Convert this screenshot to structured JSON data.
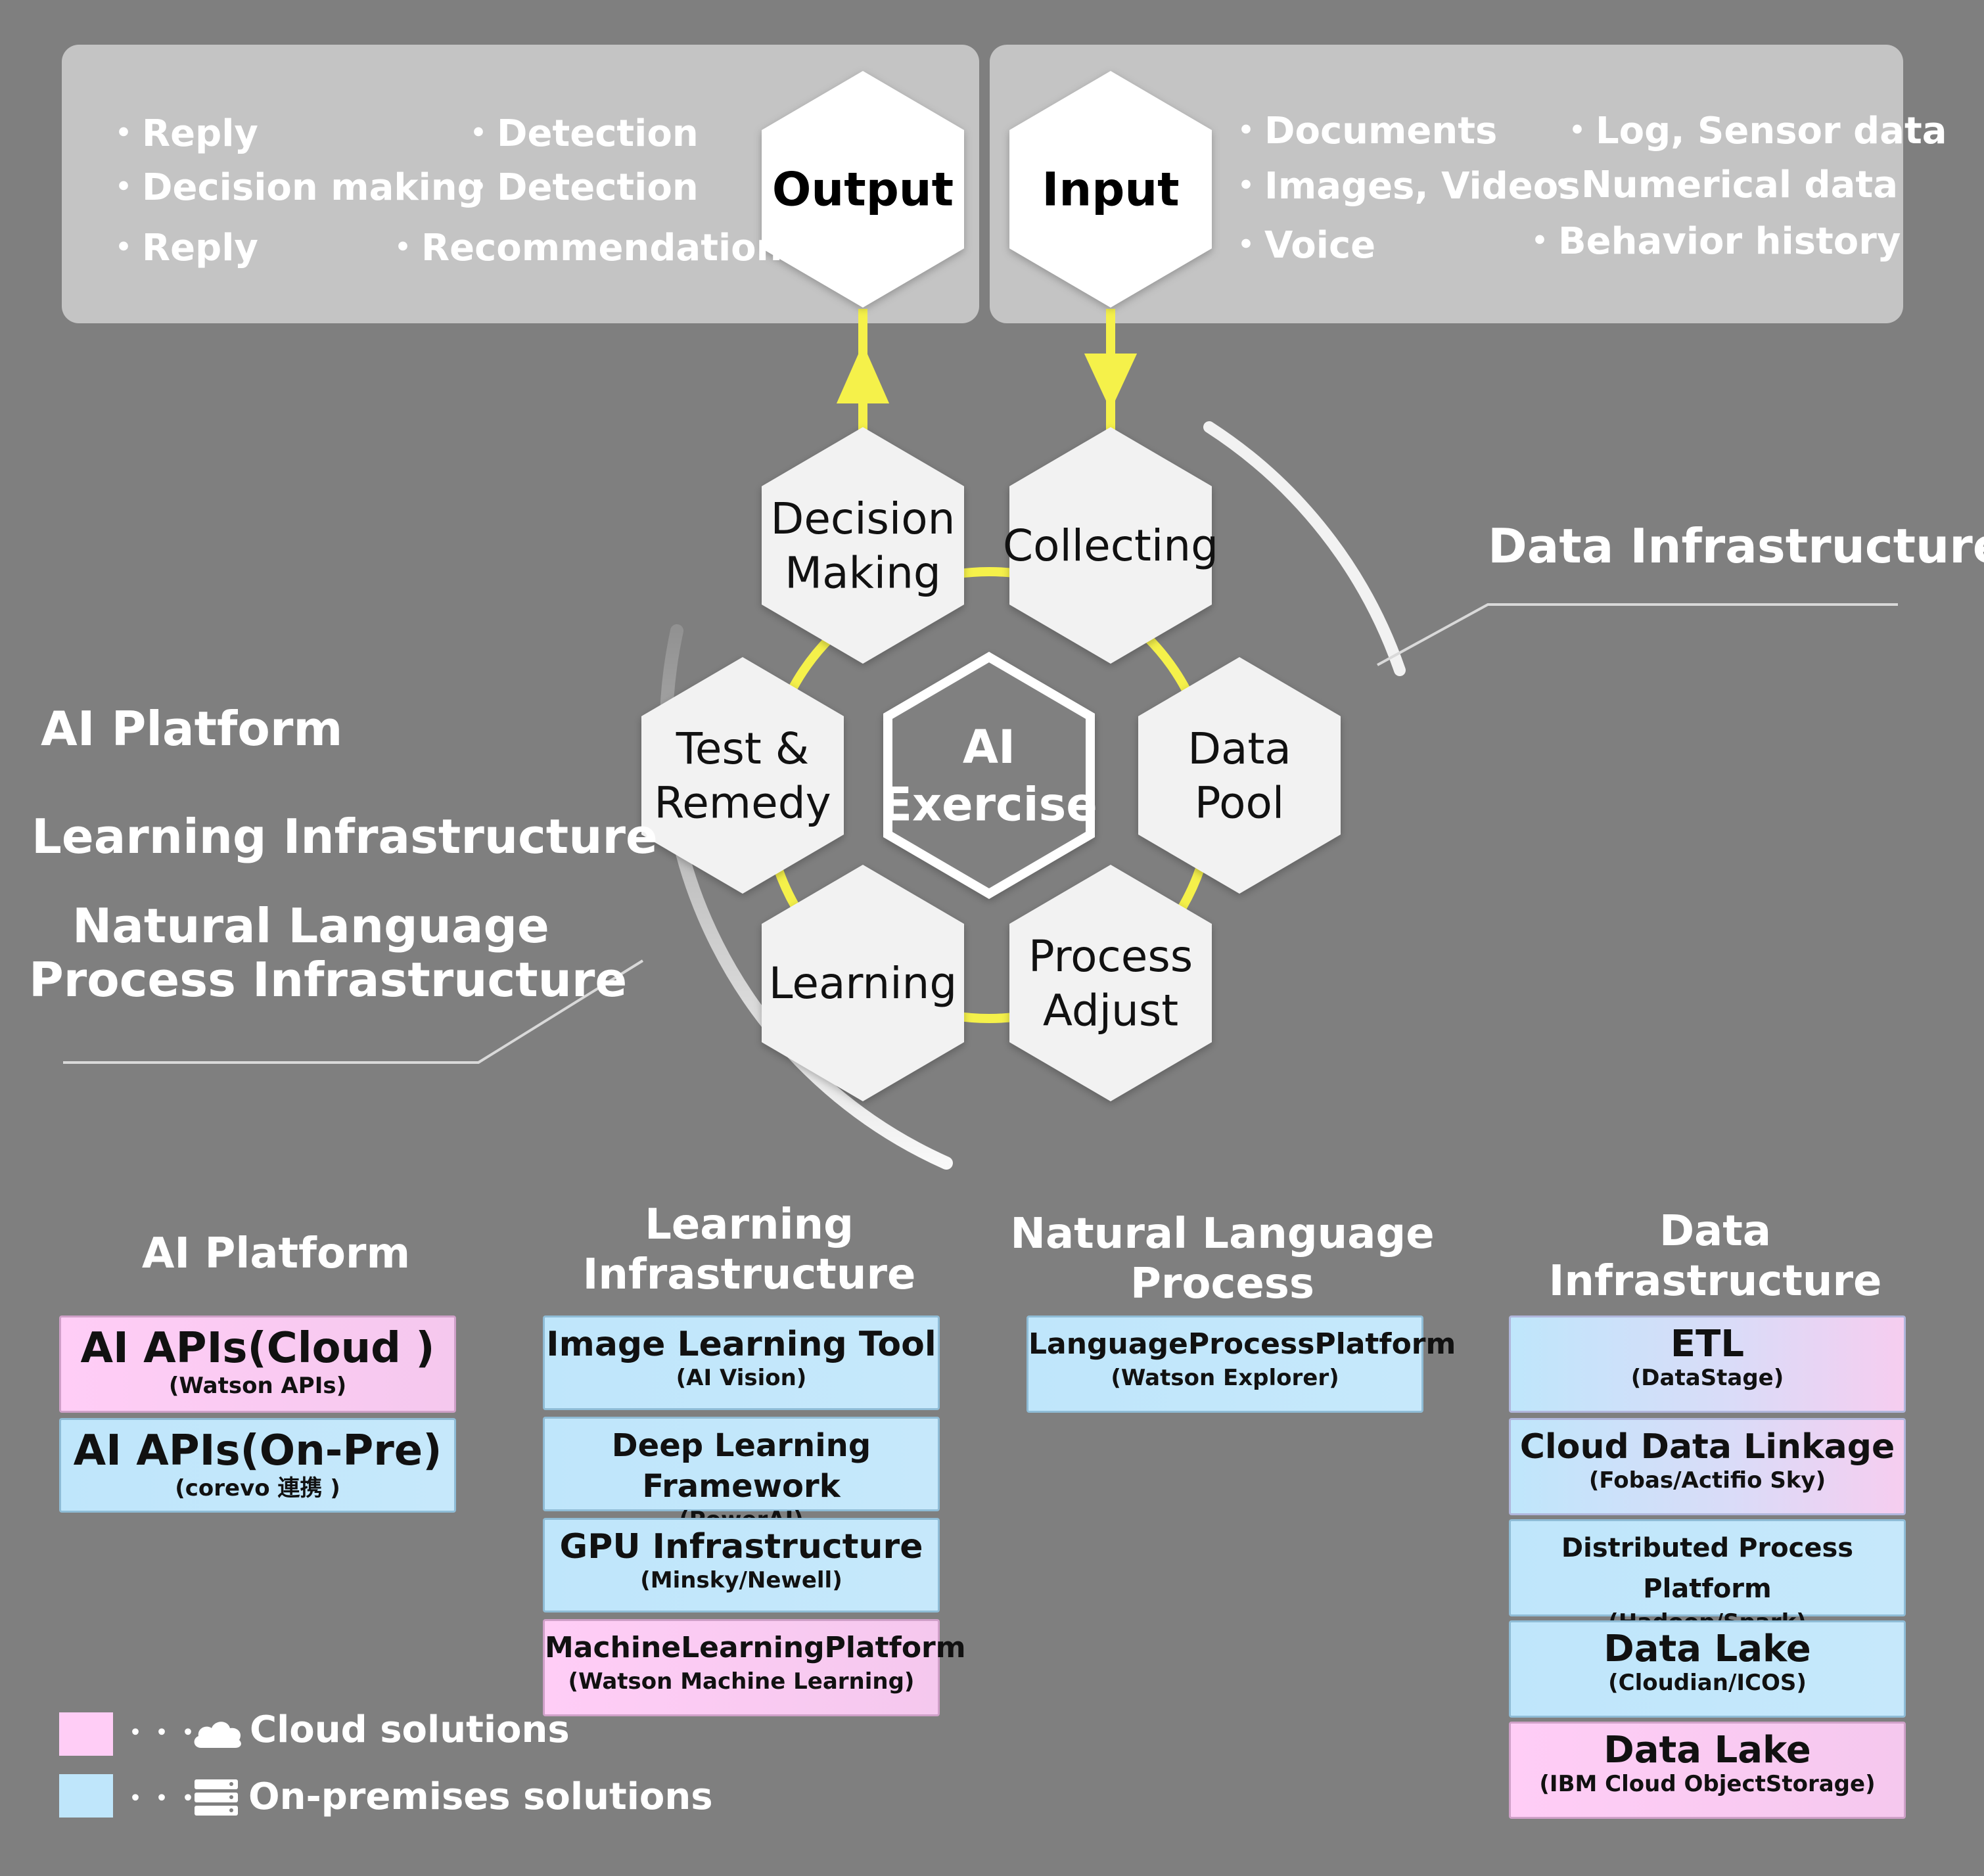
{
  "output_panel": {
    "title": "Output",
    "bullets": [
      "・Reply",
      "・Detection",
      "・Decision making",
      "・Detection",
      "・Reply",
      "・Recommendations"
    ]
  },
  "input_panel": {
    "title": "Input",
    "bullets": [
      "・Documents",
      "・Log, Sensor data",
      "・Images, Videos",
      "・Numerical data",
      "・Voice",
      "・Behavior history"
    ]
  },
  "cycle": {
    "center": [
      "AI",
      "Exercise"
    ],
    "steps": [
      {
        "lines": [
          "Decision",
          "Making"
        ]
      },
      {
        "lines": [
          "Collecting"
        ]
      },
      {
        "lines": [
          "Data",
          "Pool"
        ]
      },
      {
        "lines": [
          "Process",
          "Adjust"
        ]
      },
      {
        "lines": [
          "Learning"
        ]
      },
      {
        "lines": [
          "Test &",
          "Remedy"
        ]
      }
    ]
  },
  "side_labels": {
    "left": [
      "AI Platform",
      "Learning Infrastructure",
      "Natural Language",
      "Process Infrastructure"
    ],
    "right": "Data Infrastructure"
  },
  "columns": [
    {
      "header": [
        "AI Platform"
      ],
      "items": [
        {
          "title": "AI APIs(Cloud )",
          "sub": "(Watson APIs)",
          "kind": "pink"
        },
        {
          "title": "AI APIs(On-Pre)",
          "sub": "(corevo 連携 )",
          "kind": "blue"
        }
      ]
    },
    {
      "header": [
        "Learning",
        "Infrastructure"
      ],
      "items": [
        {
          "title": "Image Learning Tool",
          "sub": "(AI Vision)",
          "kind": "blue"
        },
        {
          "title": "Deep Learning Framework",
          "sub": "(PowerAI)",
          "kind": "blue"
        },
        {
          "title": "GPU Infrastructure",
          "sub": "(Minsky/Newell)",
          "kind": "blue"
        },
        {
          "title": "MachineLearningPlatform",
          "sub": "(Watson Machine Learning)",
          "kind": "pink"
        }
      ]
    },
    {
      "header": [
        "Natural Language",
        "Process Infrastructure"
      ],
      "items": [
        {
          "title": "LanguageProcessPlatform",
          "sub": "(Watson Explorer)",
          "kind": "blue"
        }
      ]
    },
    {
      "header": [
        "Data",
        "Infrastructure"
      ],
      "items": [
        {
          "title": "ETL",
          "sub": "(DataStage)",
          "kind": "mixed"
        },
        {
          "title": "Cloud Data Linkage",
          "sub": "(Fobas/Actifio Sky)",
          "kind": "mixed"
        },
        {
          "title": "Distributed Process Platform",
          "sub": "(Hadoop/Spark)",
          "kind": "blue"
        },
        {
          "title": "Data Lake",
          "sub": "(Cloudian/ICOS)",
          "kind": "blue"
        },
        {
          "title": "Data Lake",
          "sub": "(IBM Cloud ObjectStorage)",
          "kind": "pink"
        }
      ]
    }
  ],
  "legend": [
    {
      "dots": "・・・",
      "icon": "cloud-icon",
      "label": "Cloud solutions",
      "color": "#ffcdf6"
    },
    {
      "dots": "・・・",
      "icon": "server-icon",
      "label": "On-premises solutions",
      "color": "#bfe6fb"
    }
  ],
  "colors": {
    "background": "#7f7f7f",
    "panel": "#c4c4c4",
    "hexagon": "#f2f2f2",
    "cycle_ring": "#f5f14a",
    "cloud": "#ffcdf6",
    "on_premises": "#bfe6fb"
  }
}
